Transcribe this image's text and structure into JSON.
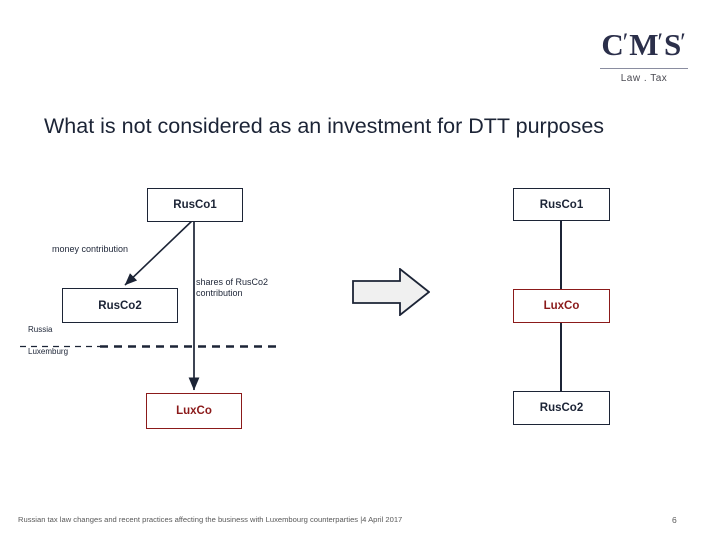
{
  "logo": {
    "letters": [
      "C",
      "M",
      "S"
    ],
    "tick": "′",
    "tagline": "Law . Tax"
  },
  "title": "What is not considered as an investment for DTT purposes",
  "colors": {
    "navy": "#1c2436",
    "dark_red": "#8b1a1a",
    "arrow_fill": "#f0f0f0",
    "footer_gray": "#595959"
  },
  "left_diagram": {
    "boxes": [
      {
        "id": "l-rusco1",
        "label": "RusCo1",
        "style": "navy"
      },
      {
        "id": "l-rusco2",
        "label": "RusCo2",
        "style": "navy"
      },
      {
        "id": "l-luxco",
        "label": "LuxCo",
        "style": "red"
      }
    ],
    "edge_labels": {
      "money": "money contribution",
      "shares_line1": "shares of RusCo2",
      "shares_line2": "contribution"
    },
    "jurisdictions": {
      "above": "Russia",
      "below": "Luxemburg"
    }
  },
  "middle": {
    "arrow": "right-block-arrow"
  },
  "right_diagram": {
    "boxes": [
      {
        "id": "r-rusco1",
        "label": "RusCo1",
        "style": "navy"
      },
      {
        "id": "r-luxco",
        "label": "LuxCo",
        "style": "red"
      },
      {
        "id": "r-rusco2",
        "label": "RusCo2",
        "style": "navy"
      }
    ]
  },
  "footer": {
    "text": "Russian tax law changes and recent practices affecting the business with Luxembourg counterparties |4 April 2017",
    "page": "6"
  }
}
